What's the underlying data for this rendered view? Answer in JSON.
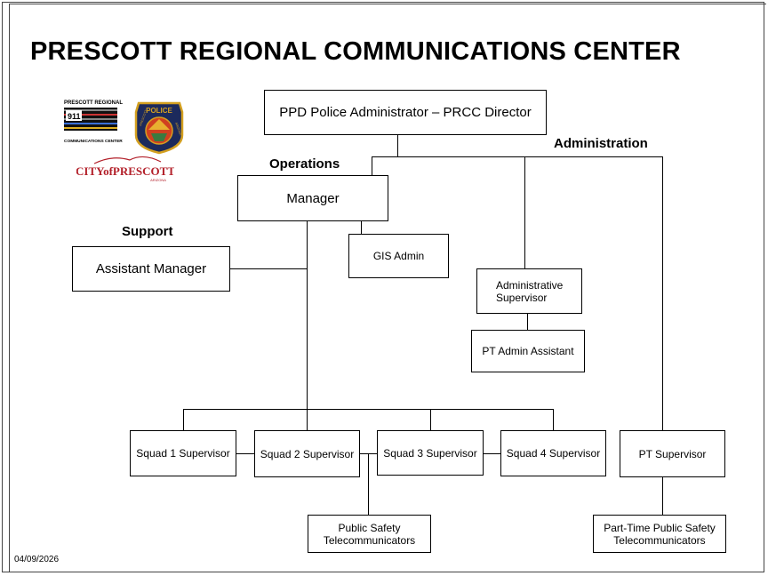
{
  "title": "PRESCOTT REGIONAL COMMUNICATIONS CENTER",
  "date": "04/09/2026",
  "section_labels": {
    "administration": "Administration",
    "operations": "Operations",
    "support": "Support"
  },
  "logos": {
    "prcc_line1": "PRESCOTT REGIONAL",
    "prcc_911": "911",
    "prcc_line2": "COMMUNICATIONS CENTER",
    "badge_top": "POLICE",
    "badge_left": "PRESCOTT",
    "badge_right": "ARIZONA",
    "city_text": "CITYofPRESCOTT",
    "city_sub": "ARIZONA"
  },
  "nodes": {
    "director": "PPD Police Administrator – PRCC Director",
    "manager": "Manager",
    "assistant_manager": "Assistant Manager",
    "gis_admin": "GIS Admin",
    "admin_supervisor": "Administrative\nSupervisor",
    "pt_admin_assistant": "PT Admin Assistant",
    "squad1": "Squad 1 Supervisor",
    "squad2": "Squad 2 Supervisor",
    "squad3": "Squad 3 Supervisor",
    "squad4": "Squad 4 Supervisor",
    "pt_supervisor": "PT Supervisor",
    "telecom": "Public Safety\nTelecommunicators",
    "pt_telecom": "Part-Time Public Safety\nTelecommunicators"
  },
  "colors": {
    "line": "#000000",
    "badge_navy": "#1c2a5c",
    "badge_gold": "#d4a020",
    "city_red": "#b3202a"
  }
}
